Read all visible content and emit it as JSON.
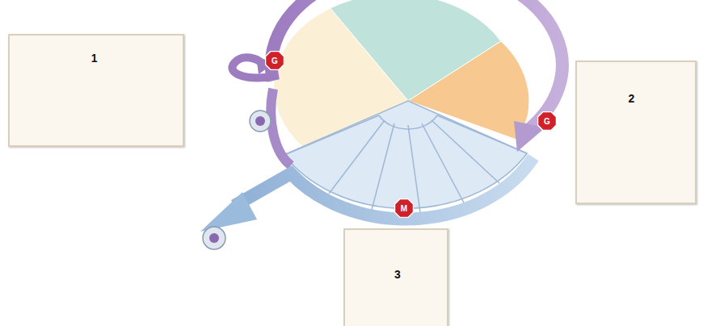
{
  "diagram": {
    "nodes": [
      {
        "text": [
          "1"
        ]
      },
      {
        "text": [
          "G"
        ]
      },
      {
        "text": [
          "2"
        ]
      },
      {
        "text": [
          "G"
        ]
      },
      {
        "text": [
          "M"
        ]
      },
      {
        "text": [
          "3"
        ]
      }
    ]
  }
}
